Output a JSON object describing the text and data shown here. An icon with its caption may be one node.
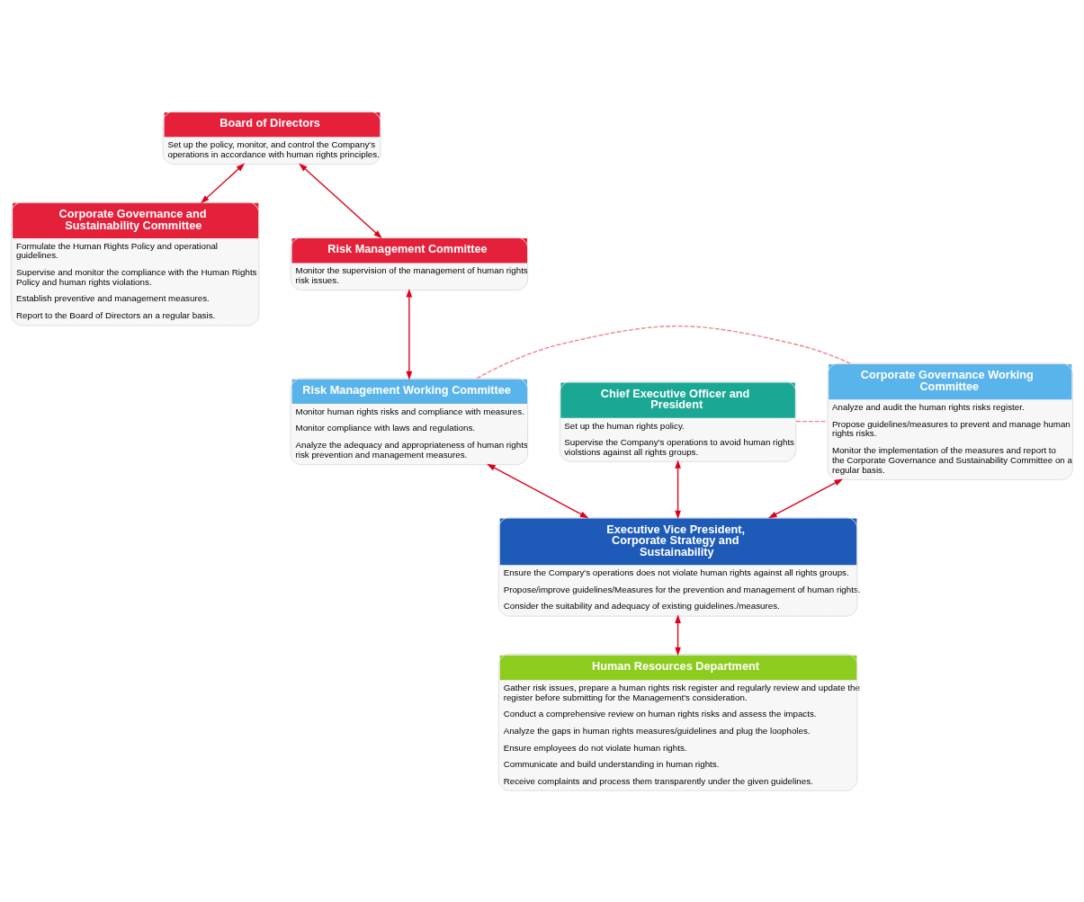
{
  "diagram": {
    "nodes": [
      {
        "text": [
          "Board of Directors",
          "Set up the policy, monitor, and control the Company's operations in accordance with human rights principles."
        ]
      },
      {
        "text": [
          "Corporate Governance and Sustainability Committee",
          "Formulate the Human Rights Policy and operational guidelines.",
          "Supervise and monitor the compliance with the Human Rights Policy and human rights violations.",
          "Establish preventive and management measures.",
          "Report to the Board of Directors an a regular basis."
        ]
      },
      {
        "text": [
          "Risk Management Committee",
          "Monitor the supervision of the management of human rights risk issues."
        ]
      },
      {
        "text": [
          "Chief Executive Officer and President",
          "Set up the human rights policy.",
          "Supervise the Company's operations to avoid human rights violstions against all rights groups."
        ]
      },
      {
        "text": [
          "Corporate Governance Working Committee",
          "Analyze and audit the human rights risks register.",
          "Propose guidelines/measures to prevent and manage human rights risks.",
          "Monitor the implementation of the measures and report to the Corporate Governance and Sustainability Committee on a regular basis."
        ]
      },
      {
        "text": [
          "Risk Management Working Committee",
          "Monitor human rights risks and compliance with measures.",
          "Monitor compliance with laws and regulations.",
          "Analyze the adequacy and appropriateness of human rights risk prevention and management measures."
        ]
      },
      {
        "text": [
          "Executive Vice President, Corporate Strategy and Sustainability",
          "Ensure the Compary's operations does not violate human rights against all rights groups.",
          "Propose/improve guidelines/Measures for the prevention and management of human rights.",
          "Consider the suitability and adequacy of existing guidelines./measures."
        ]
      },
      {
        "text": [
          "Human Resources Department",
          "Gather risk issues, prepare a human rights risk register and regularly review and update the register before submitting for the Management's consideration.",
          "Conduct a comprehensive review on human rights risks and assess the impacts.",
          "Analyze the gaps in human rights measures/guidelines and plug the loopholes.",
          "Ensure employees do not violate human rights.",
          "Communicate and build understanding in human rights.",
          "Receive complaints and process them transparently under the given guidelines."
        ]
      }
    ],
    "edges": [
      {
        "from": 0,
        "to": 1,
        "arrow": "both"
      },
      {
        "from": 0,
        "to": 2,
        "arrow": "both"
      },
      {
        "from": 2,
        "to": 5,
        "arrow": "both"
      },
      {
        "from": 3,
        "to": 4,
        "arrow": "none",
        "style": "dashed",
        "color": "#f2808c"
      },
      {
        "from": 4,
        "to": 5,
        "arrow": "none",
        "style": "dashed",
        "color": "#f2808c"
      },
      {
        "from": 4,
        "to": 6,
        "arrow": "both"
      },
      {
        "from": 3,
        "to": 6,
        "arrow": "both"
      },
      {
        "from": 5,
        "to": 6,
        "arrow": "both"
      },
      {
        "from": 6,
        "to": 7,
        "arrow": "both"
      }
    ]
  }
}
